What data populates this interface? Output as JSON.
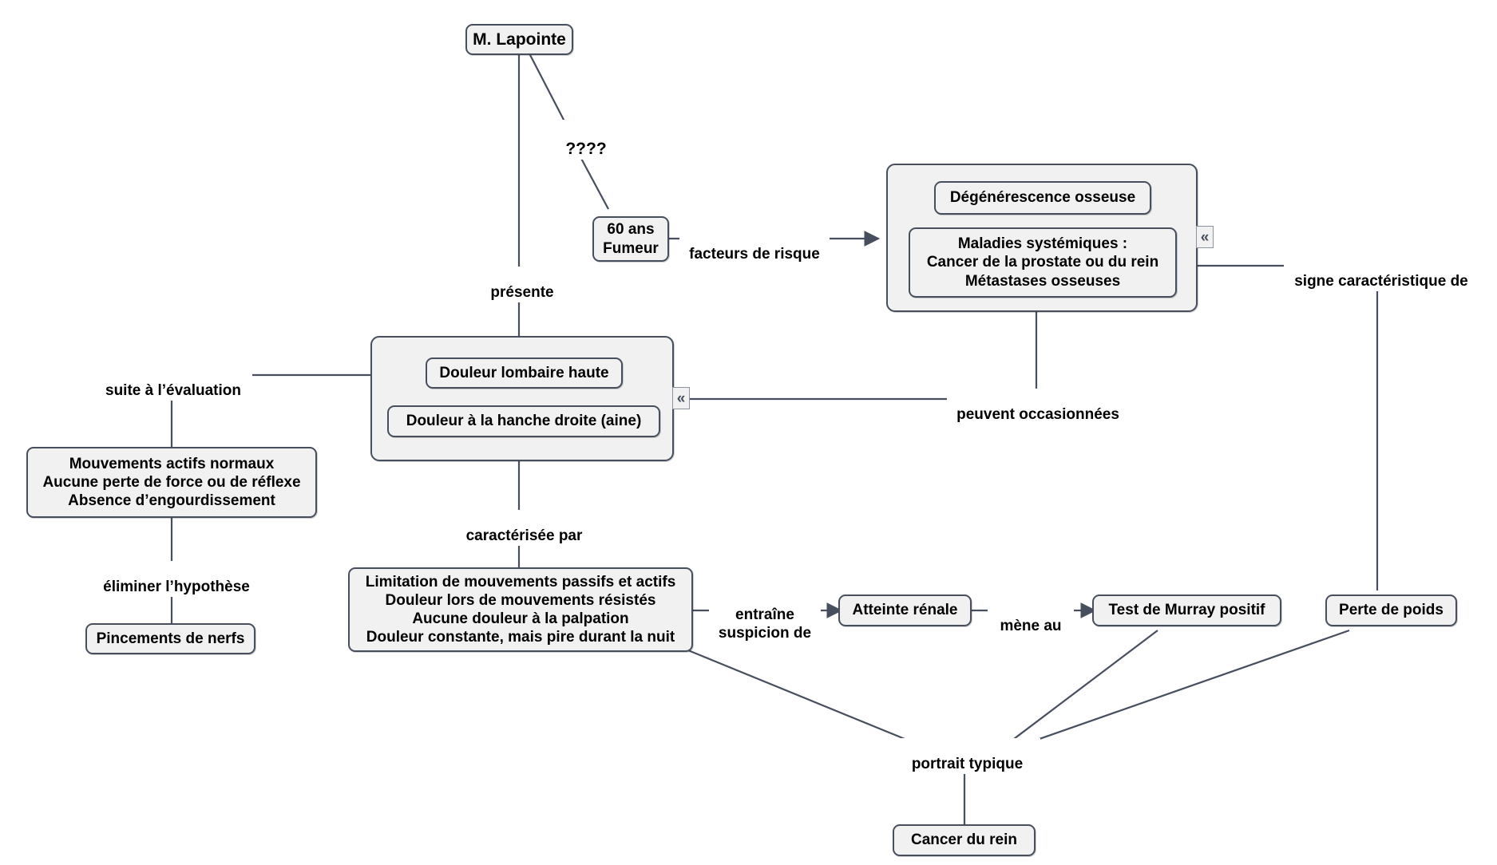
{
  "diagram": {
    "title": "Carte conceptuelle - M. Lapointe",
    "colors": {
      "node_fill": "#f1f1f1",
      "node_stroke": "#474f5e",
      "line": "#474f5e",
      "text": "#000000",
      "background": "#ffffff"
    },
    "nodes": [
      {
        "id": "m-lapointe",
        "label": "M. Lapointe"
      },
      {
        "id": "60-ans-fumeur",
        "label": "60 ans\nFumeur"
      },
      {
        "id": "degenerescence-osseuse",
        "label": "Dégénérescence osseuse"
      },
      {
        "id": "maladies-systemiques",
        "label": "Maladies systémiques :\nCancer de la prostate ou du rein\nMétastases osseuses"
      },
      {
        "id": "douleur-lombaire-haute",
        "label": "Douleur lombaire haute"
      },
      {
        "id": "douleur-hanche-droite",
        "label": "Douleur à la hanche droite (aine)"
      },
      {
        "id": "mouvements-actifs",
        "label": "Mouvements actifs normaux\nAucune perte de force ou de réflexe\nAbsence d’engourdissement"
      },
      {
        "id": "pincements-de-nerfs",
        "label": "Pincements de nerfs"
      },
      {
        "id": "limitation-mouvements",
        "label": "Limitation de mouvements passifs et actifs\nDouleur lors de mouvements résistés\nAucune douleur à la palpation\nDouleur constante, mais pire durant la nuit"
      },
      {
        "id": "atteinte-renale",
        "label": "Atteinte rénale"
      },
      {
        "id": "test-murray-positif",
        "label": "Test de Murray positif"
      },
      {
        "id": "perte-de-poids",
        "label": "Perte de poids"
      },
      {
        "id": "cancer-du-rein",
        "label": "Cancer du rein"
      }
    ],
    "link_labels": [
      {
        "id": "unknown",
        "label": "????"
      },
      {
        "id": "presente",
        "label": "présente"
      },
      {
        "id": "facteurs-de-risque",
        "label": "facteurs de risque"
      },
      {
        "id": "signe-caracteristique",
        "label": "signe caractéristique de"
      },
      {
        "id": "suite-a-levaluation",
        "label": "suite à l’évaluation"
      },
      {
        "id": "peuvent-occasionnees",
        "label": "peuvent occasionnées"
      },
      {
        "id": "eliminer-lhypothese",
        "label": "éliminer l’hypothèse"
      },
      {
        "id": "caracterisee-par",
        "label": "caractérisée par"
      },
      {
        "id": "entraine-suspicion-de",
        "label": "entraîne\nsuspicion de"
      },
      {
        "id": "mene-au",
        "label": "mène au"
      },
      {
        "id": "portrait-typique",
        "label": "portrait typique"
      }
    ],
    "markers": [
      {
        "id": "chevron-risque-group",
        "glyph": "«"
      },
      {
        "id": "chevron-douleur-group",
        "glyph": "«"
      }
    ]
  }
}
